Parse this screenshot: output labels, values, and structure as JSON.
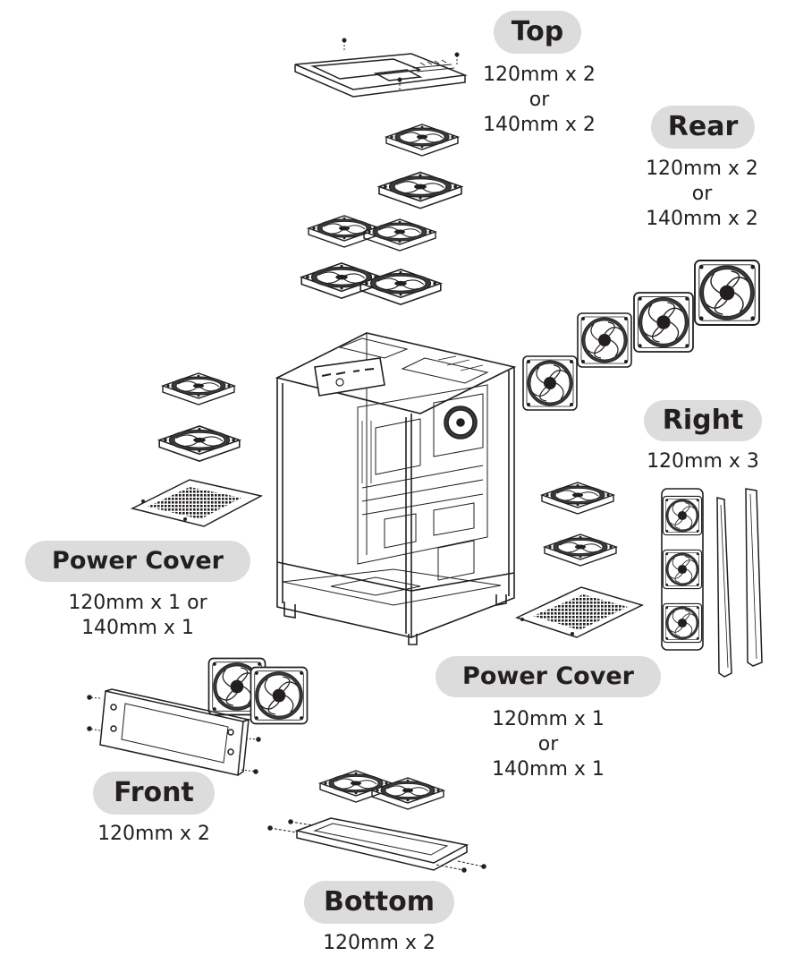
{
  "sections": {
    "top": {
      "title": "Top",
      "lines": [
        "120mm x 2",
        "or",
        "140mm x 2"
      ]
    },
    "rear": {
      "title": "Rear",
      "lines": [
        "120mm x 2",
        "or",
        "140mm x 2"
      ]
    },
    "right": {
      "title": "Right",
      "lines": [
        "120mm x 3"
      ]
    },
    "power_cover_left": {
      "title": "Power Cover",
      "lines": [
        "120mm x 1 or",
        "140mm x 1"
      ]
    },
    "power_cover_right": {
      "title": "Power Cover",
      "lines": [
        "120mm x 1",
        "or",
        "140mm x 1"
      ]
    },
    "front": {
      "title": "Front",
      "lines": [
        "120mm x 2"
      ]
    },
    "bottom": {
      "title": "Bottom",
      "lines": [
        "120mm x 2"
      ]
    }
  },
  "colors": {
    "line": "#231f20",
    "pill": "#dcdcdc",
    "background": "#ffffff",
    "fan_dark": "#3a3a3a"
  }
}
